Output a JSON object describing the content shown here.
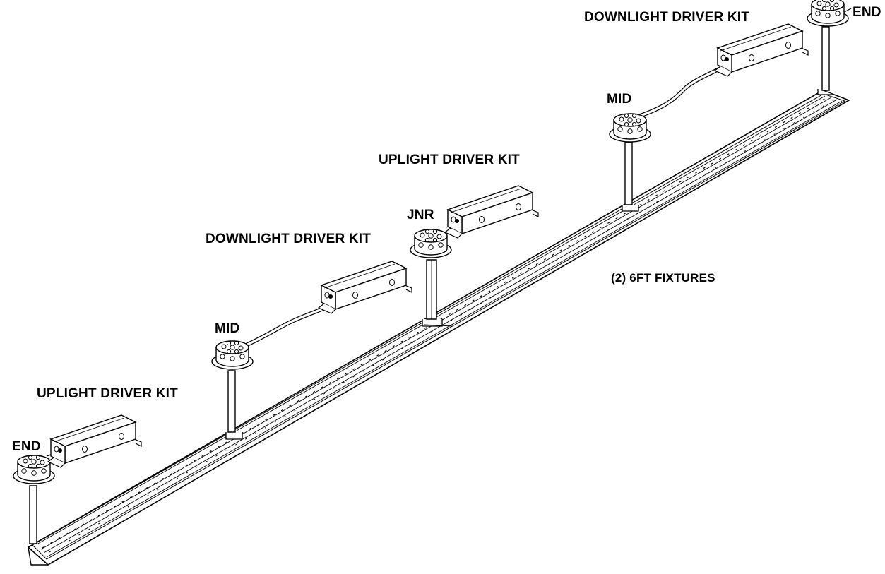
{
  "labels": {
    "end_left": "END",
    "uplight_left": "UPLIGHT DRIVER KIT",
    "mid_left": "MID",
    "downlight_left": "DOWNLIGHT DRIVER KIT",
    "jnr": "JNR",
    "uplight_center": "UPLIGHT DRIVER KIT",
    "mid_right": "MID",
    "downlight_right": "DOWNLIGHT DRIVER KIT",
    "end_right": "END",
    "fixtures": "(2) 6FT FIXTURES"
  },
  "colors": {
    "line": "#000000",
    "background": "#ffffff"
  }
}
